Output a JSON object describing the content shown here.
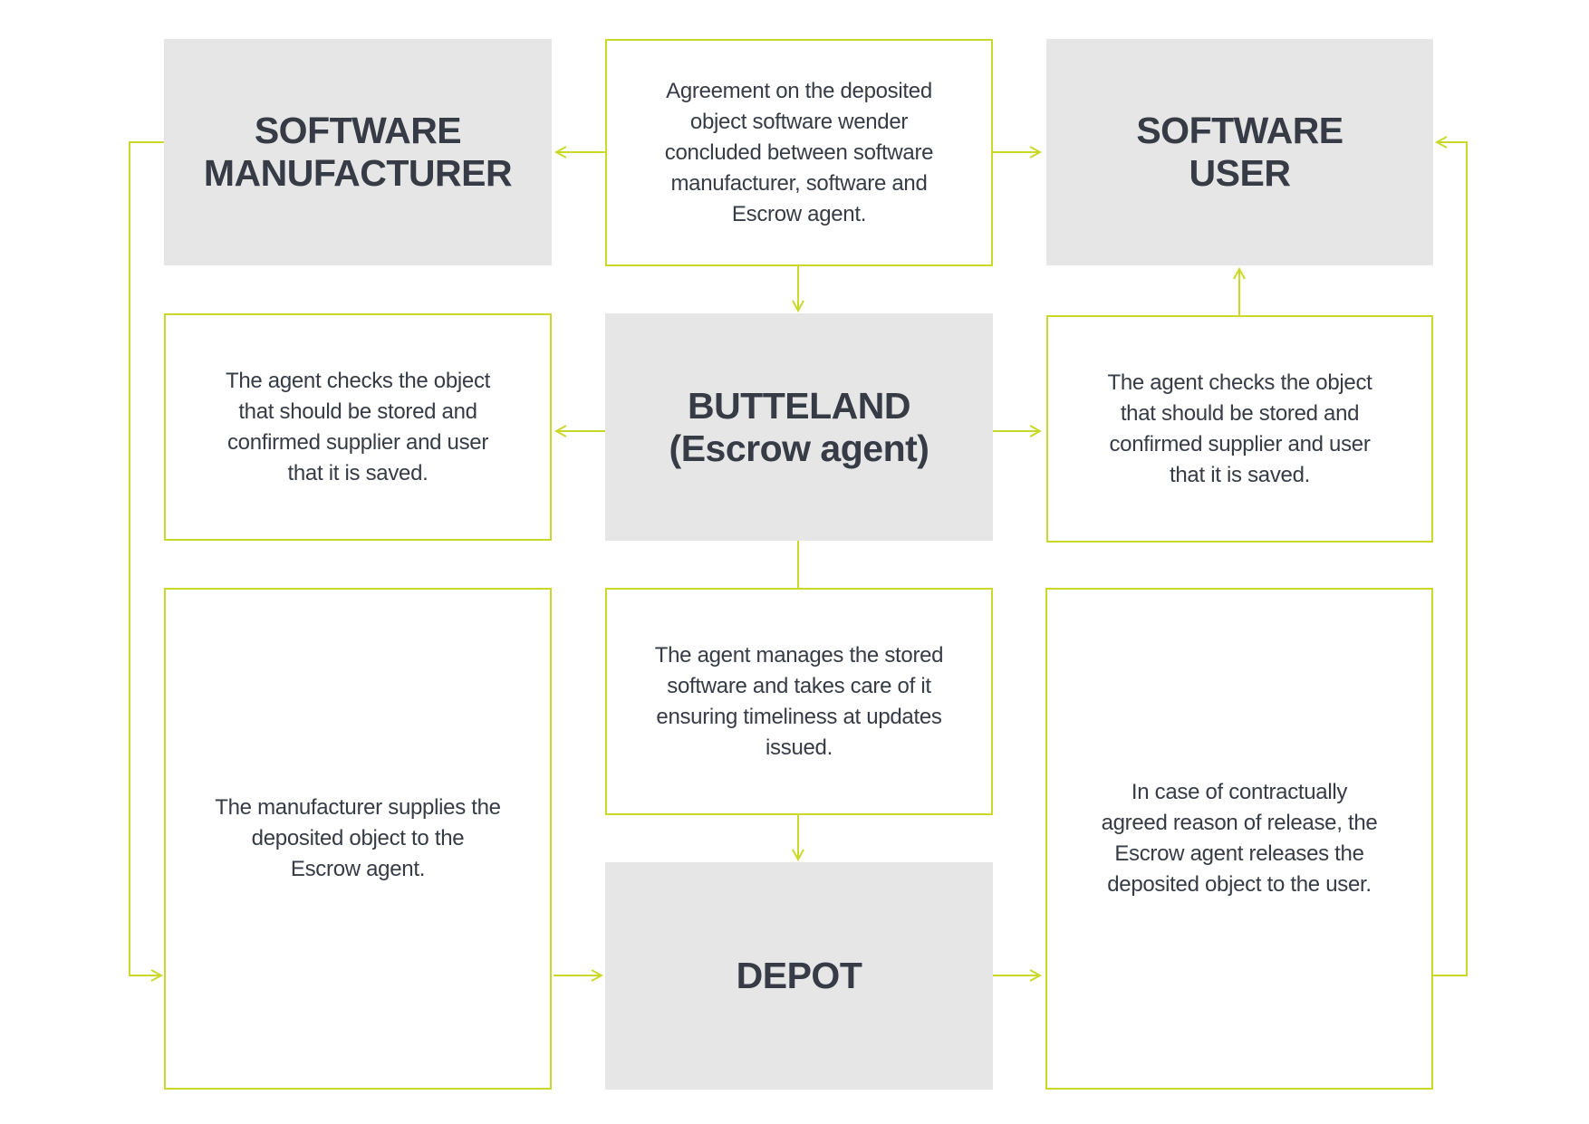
{
  "nodes": {
    "software_manufacturer": "SOFTWARE\nMANUFACTURER",
    "agreement": "Agreement on the deposited\nobject software wender\nconcluded between software\nmanufacturer, software and\nEscrow agent.",
    "software_user": "SOFTWARE\nUSER",
    "check_left": "The agent checks the object\nthat should be stored and\nconfirmed supplier and user\nthat it is saved.",
    "escrow_agent": "BUTTELAND\n(Escrow agent)",
    "check_right": "The agent checks the object\nthat should be stored and\nconfirmed supplier and user\nthat it is saved.",
    "manufacturer_supplies": "The manufacturer supplies the\ndeposited object to the\nEscrow agent.",
    "agent_manages": "The agent manages the stored\nsoftware and takes care of it\nensuring timeliness at updates\nissued.",
    "release": "In case of contractually\nagreed reason of release, the\nEscrow agent releases the\ndeposited object to the user.",
    "depot": "DEPOT"
  },
  "colors": {
    "accent": "#c9d82b",
    "box_fill": "#e6e6e6",
    "text": "#363b45"
  }
}
